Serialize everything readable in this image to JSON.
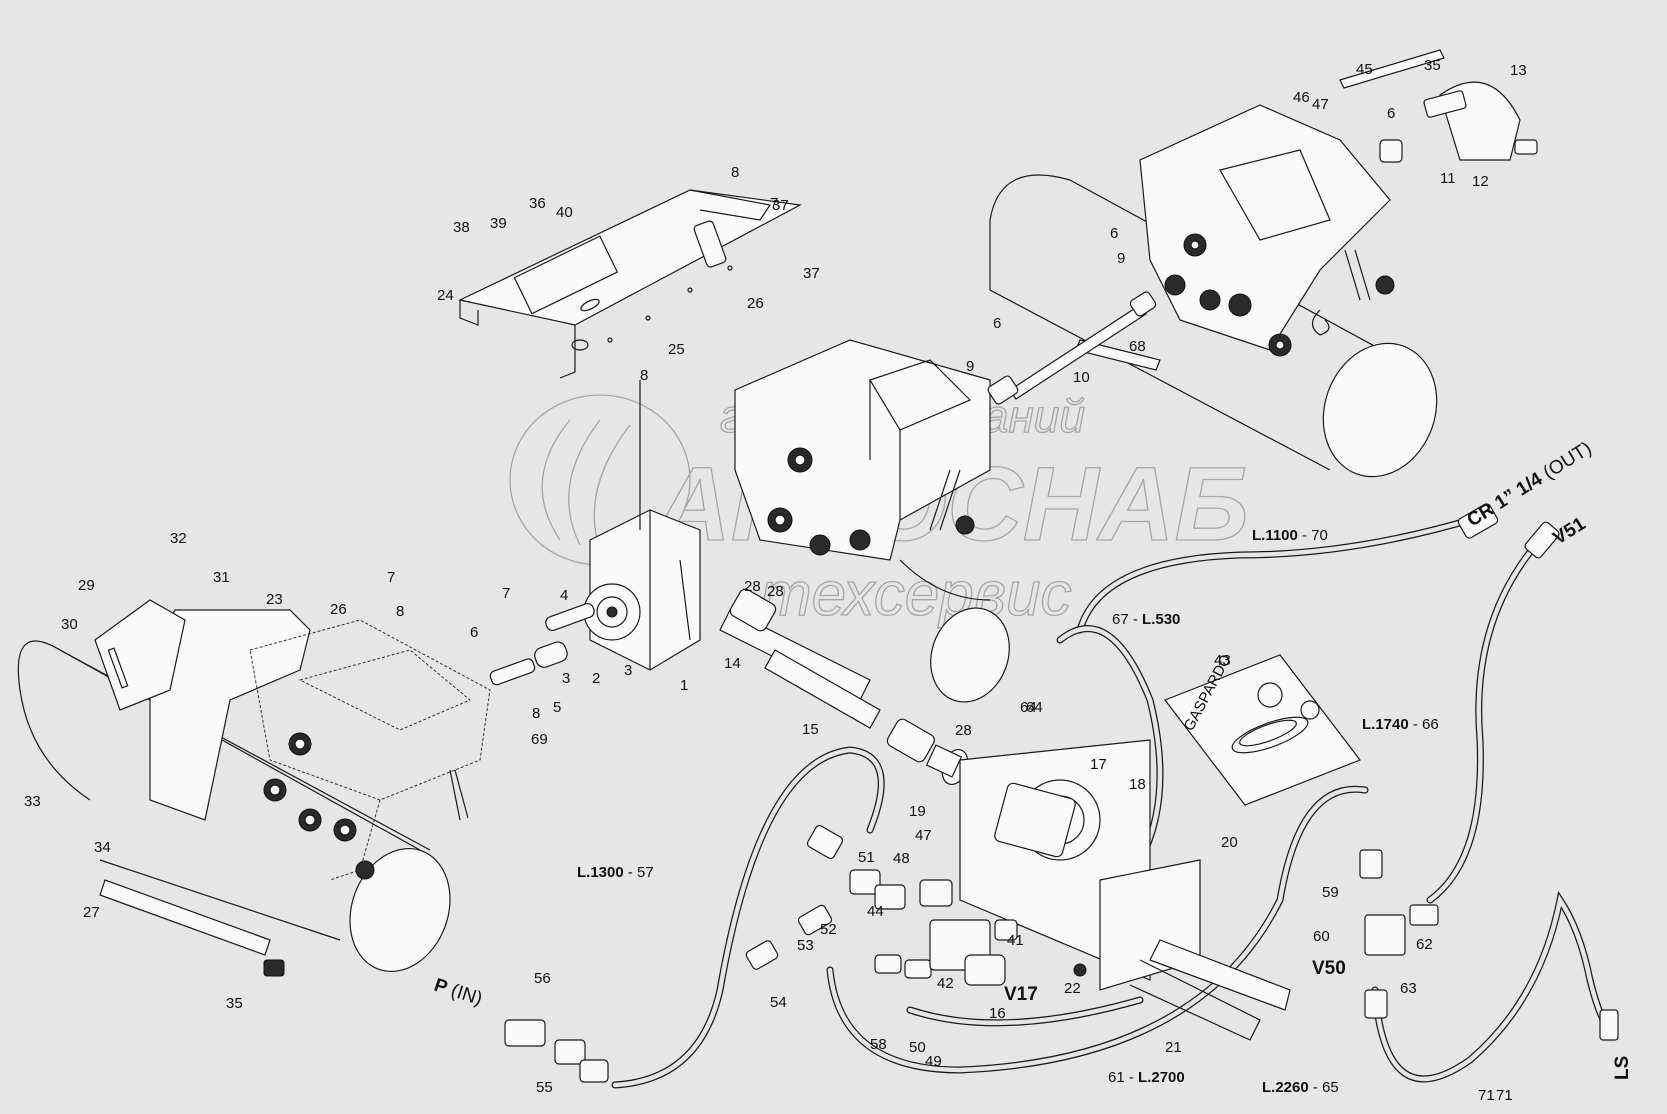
{
  "watermark": {
    "line1": "группа компаний",
    "line2": "АГРОСНАБ",
    "line3": "техсервис"
  },
  "ports": {
    "p_in_bold": "P",
    "p_in_tail": "(IN)",
    "cr_bold": "CR 1” 1/4",
    "cr_tail": "(OUT)",
    "v51": "V51",
    "v50": "V50",
    "v17": "V17",
    "ls": "LS"
  },
  "hoses": [
    {
      "length": "L.1100",
      "part": "70"
    },
    {
      "length": "L.530",
      "part": "67"
    },
    {
      "length": "L.1740",
      "part": "66"
    },
    {
      "length": "L.1300",
      "part": "57"
    },
    {
      "length": "L.2700",
      "part": "61"
    },
    {
      "length": "L.2260",
      "part": "65"
    }
  ],
  "hose_sep": "-",
  "kit_logo": "GASPARDO",
  "callouts": [
    "1",
    "2",
    "3",
    "3",
    "4",
    "5",
    "6",
    "6",
    "6",
    "6",
    "7",
    "7",
    "7",
    "8",
    "8",
    "8",
    "8",
    "9",
    "9",
    "10",
    "11",
    "12",
    "13",
    "14",
    "15",
    "16",
    "17",
    "18",
    "19",
    "20",
    "21",
    "22",
    "23",
    "24",
    "25",
    "26",
    "26",
    "27",
    "28",
    "28",
    "28",
    "29",
    "30",
    "31",
    "32",
    "33",
    "34",
    "35",
    "35",
    "36",
    "37",
    "37",
    "38",
    "39",
    "40",
    "41",
    "42",
    "43",
    "44",
    "45",
    "46",
    "47",
    "47",
    "48",
    "49",
    "50",
    "51",
    "52",
    "53",
    "54",
    "55",
    "56",
    "58",
    "59",
    "60",
    "62",
    "63",
    "64",
    "64",
    "68",
    "69",
    "71",
    "71"
  ]
}
